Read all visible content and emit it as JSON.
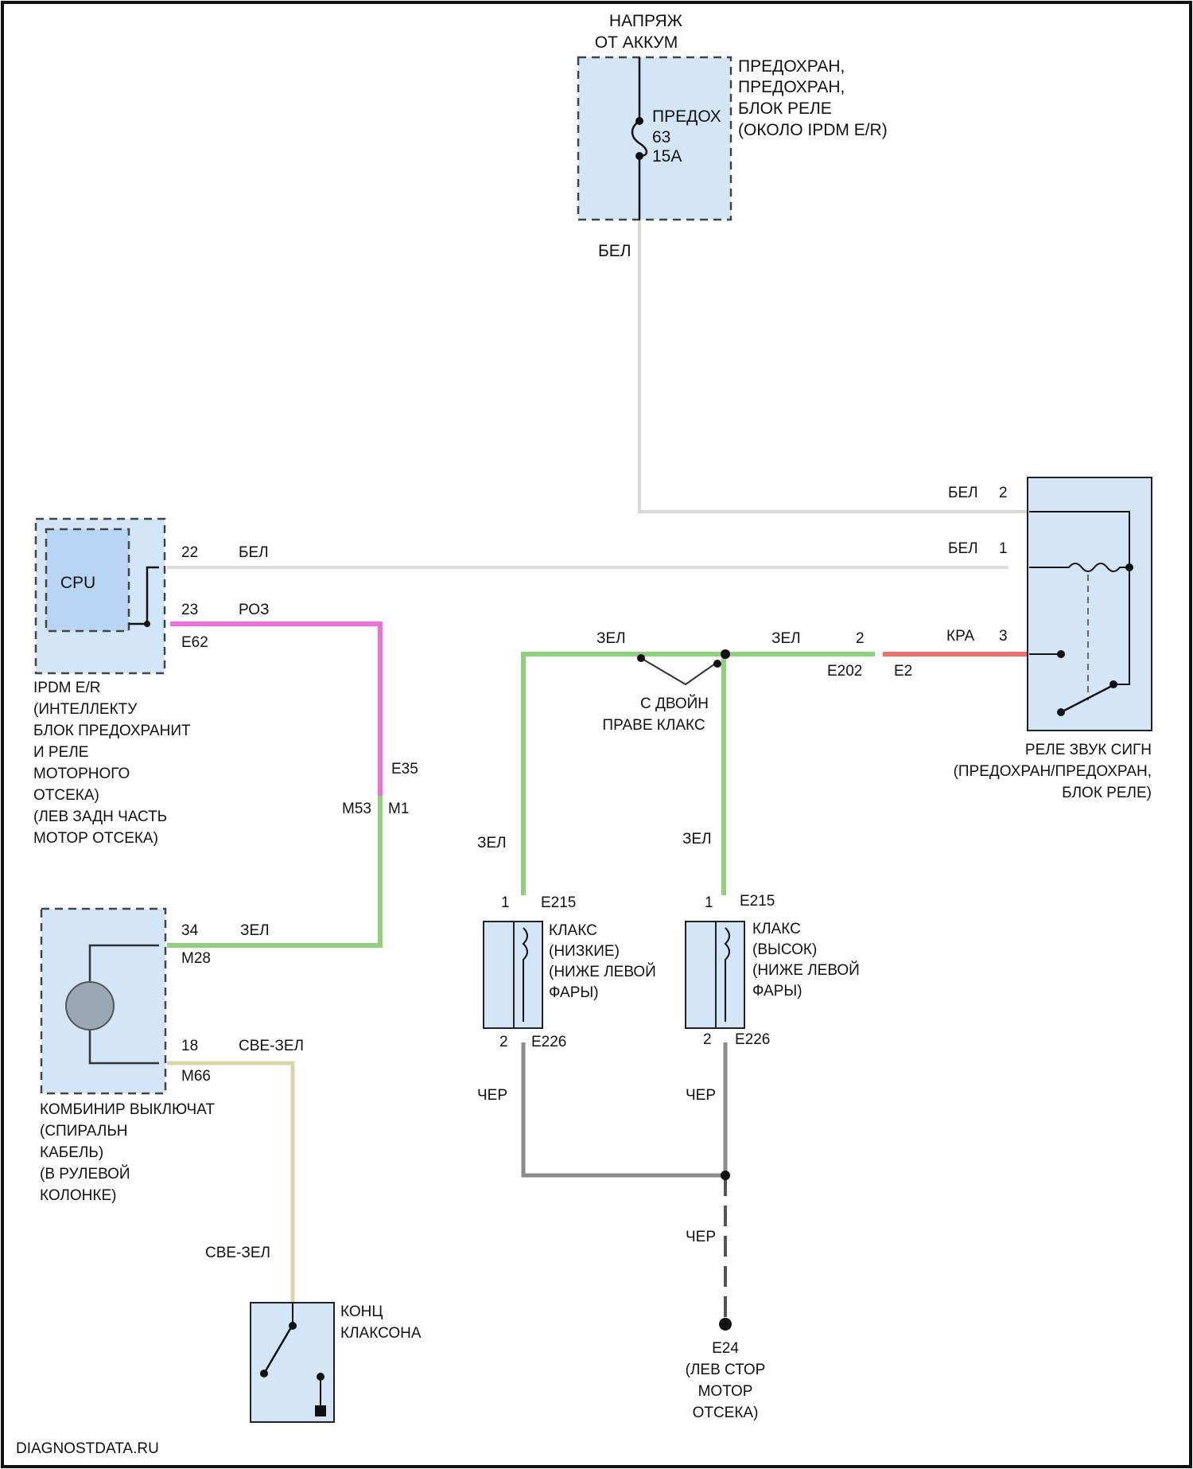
{
  "battery_supply": [
    "НАПРЯЖ",
    "ОТ АККУМ"
  ],
  "fuse_block_title": [
    "ПРЕДОХРАН,",
    "ПРЕДОХРАН,",
    "БЛОК РЕЛЕ",
    "(ОКОЛО IPDM E/R)"
  ],
  "fuse": [
    "ПРЕДОХ",
    "63",
    "15А"
  ],
  "wire_colors": {
    "white": "БЕЛ",
    "green": "ЗЕЛ",
    "pink": "РОЗ",
    "red": "КРА",
    "black": "ЧЕР",
    "yellow_green": "СВЕ-ЗЕЛ"
  },
  "ipdm": {
    "cpu": "CPU",
    "pins": [
      "22",
      "23"
    ],
    "connector": "E62",
    "title": [
      "IPDM E/R",
      "(ИНТЕЛЛЕКТУ",
      "БЛОК ПРЕДОХРАНИТ",
      "И РЕЛЕ",
      "МОТОРНОГО",
      "ОТСЕКА)",
      "(ЛЕВ ЗАДН ЧАСТЬ",
      "МОТОР ОТСЕКА)"
    ]
  },
  "relay": {
    "pins": [
      "2",
      "1",
      "3"
    ],
    "title": [
      "РЕЛЕ ЗВУК СИГН",
      "(ПРЕДОХРАН/ПРЕДОХРАН,",
      "БЛОК РЕЛЕ)"
    ]
  },
  "connectors": {
    "relay_side": "E2",
    "harness_relay": "E202",
    "pink_junction": "E35",
    "pink_left": "M53",
    "pink_right": "M1",
    "horn_low": "E215",
    "horn_low_bottom": "E226",
    "horn_high": "E215",
    "horn_high_bottom": "E226",
    "spiral_green": "M28",
    "spiral_yg": "M66",
    "ground": "E24"
  },
  "pin_numbers": {
    "relay_side": "2",
    "spiral_green": "34",
    "spiral_yg": "18",
    "horn_top": "1",
    "horn_bottom": "2"
  },
  "twisted_pair": [
    "С ДВОЙН",
    "ПРАВЕ КЛАКС"
  ],
  "horn_low_title": [
    "КЛАКС",
    "(НИЗКИЕ)",
    "(НИЖЕ ЛЕВОЙ",
    "ФАРЫ)"
  ],
  "horn_high_title": [
    "КЛАКС",
    "(ВЫСОК)",
    "(НИЖЕ ЛЕВОЙ",
    "ФАРЫ)"
  ],
  "spiral_title": [
    "КОМБИНИР ВЫКЛЮЧАТ",
    "(СПИРАЛЬН",
    "КАБЕЛЬ)",
    "(В РУЛЕВОЙ",
    "КОЛОНКЕ)"
  ],
  "horn_switch_title": [
    "КОНЦ",
    "КЛАКСОНА"
  ],
  "ground_title": [
    "E24",
    "(ЛЕВ СТОР",
    "МОТОР",
    "ОТСЕКА)"
  ],
  "watermark": "DIAGNOSTDATA.RU",
  "colors": {
    "white_wire": "#d8d8d8",
    "green_wire": "#8fd07a",
    "pink_wire": "#f06ee0",
    "red_wire": "#f07070",
    "black_wire": "#8a8a8a",
    "yellow_green_wire": "#d8d4a6",
    "component_fill": "#d3e6f8",
    "cpu_fill": "#b8d6f4"
  }
}
